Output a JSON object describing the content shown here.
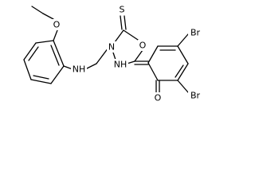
{
  "molecule": {
    "atoms": {
      "ethoxy_o": "O",
      "amine_nh": "NH",
      "ring_n": "N",
      "thione_s": "S",
      "ring_o": "O",
      "ring_nh": "NH",
      "br_upper": "Br",
      "br_lower": "Br",
      "keto_o": "O"
    }
  }
}
